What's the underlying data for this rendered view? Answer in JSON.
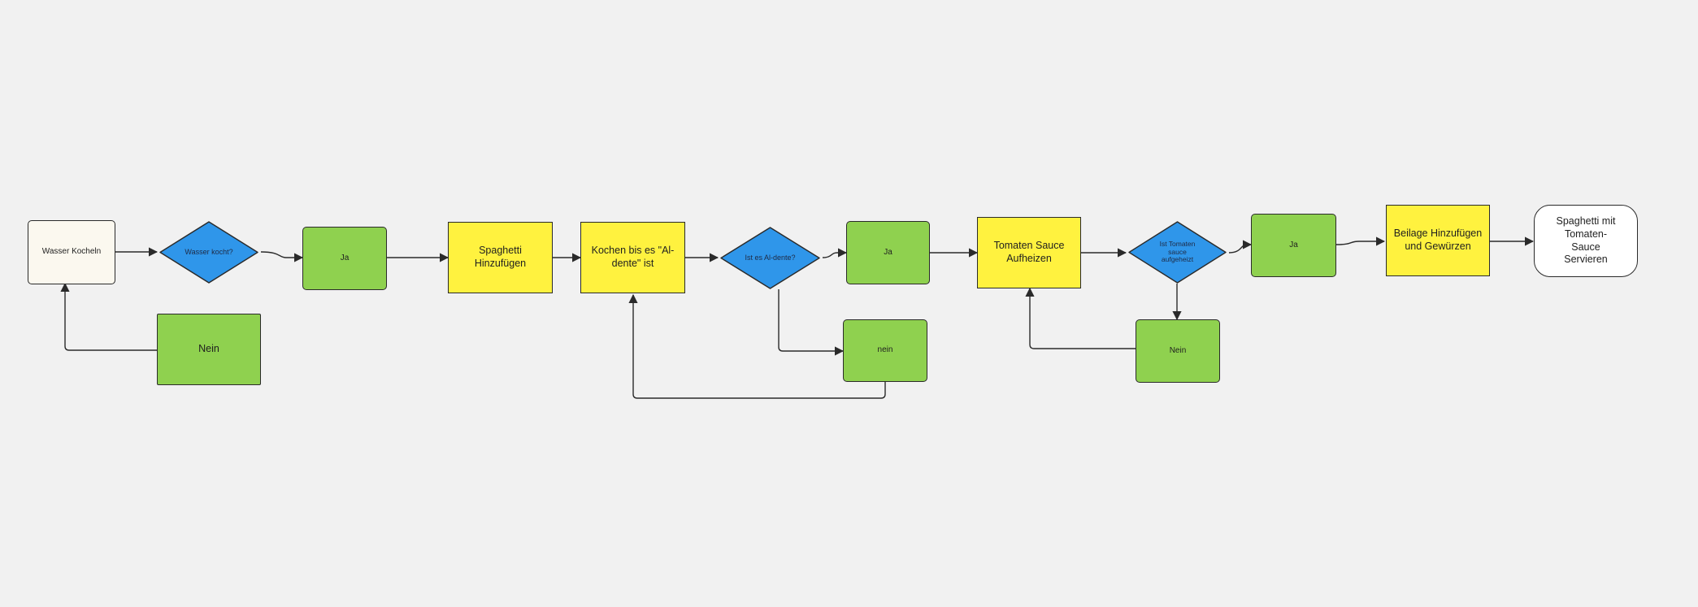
{
  "diagram": {
    "background": "#f1f1f1",
    "colors": {
      "decision": "#2f96ea",
      "branch": "#8fd14f",
      "action": "#fff23f",
      "start": "#fbf8ef",
      "terminal": "#ffffff",
      "edge": "#2a2a2a"
    },
    "nodes": {
      "wasser_kocheln": "Wasser Kocheln",
      "wasser_kocht": "Wasser kocht?",
      "ja_1": "Ja",
      "nein_1": "Nein",
      "spaghetti_hinzufuegen": "Spaghetti Hinzufügen",
      "kochen_al_dente": "Kochen bis es \"Al-dente\" ist",
      "ist_al_dente": "Ist es Al-dente?",
      "ja_2": "Ja",
      "nein_2": "nein",
      "tomaten_sauce_aufheizen": "Tomaten Sauce Aufheizen",
      "ist_sauce_aufgeheizt": "Ist Tomaten sauce aufgeheizt",
      "ja_3": "Ja",
      "nein_3": "Nein",
      "beilage_hinzufuegen": "Beilage Hinzufügen und Gewürzen",
      "servieren": "Spaghetti mit Tomaten-Sauce Servieren"
    }
  }
}
